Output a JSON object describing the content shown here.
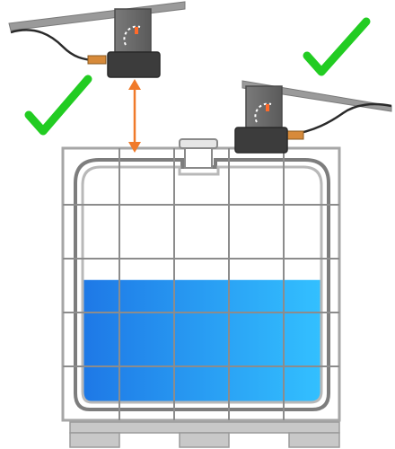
{
  "figure": {
    "description_labels": [],
    "sensors": [
      {
        "id": "sensor-left",
        "status": "correct"
      },
      {
        "id": "sensor-right",
        "status": "correct"
      }
    ],
    "status_icons": [
      "check-icon",
      "check-icon"
    ],
    "liquid_fill_level": 0.52
  },
  "colors": {
    "check": "#22cc22",
    "arrow": "#f07a2a",
    "liquid_light": "#33c0ff",
    "liquid_dark": "#1e78e6",
    "tank_outline": "#808080",
    "grid": "#909090",
    "bracket": "#9a9a9a",
    "sensor_body": "#6e6e6e",
    "sensor_dark": "#3c3c3c"
  }
}
